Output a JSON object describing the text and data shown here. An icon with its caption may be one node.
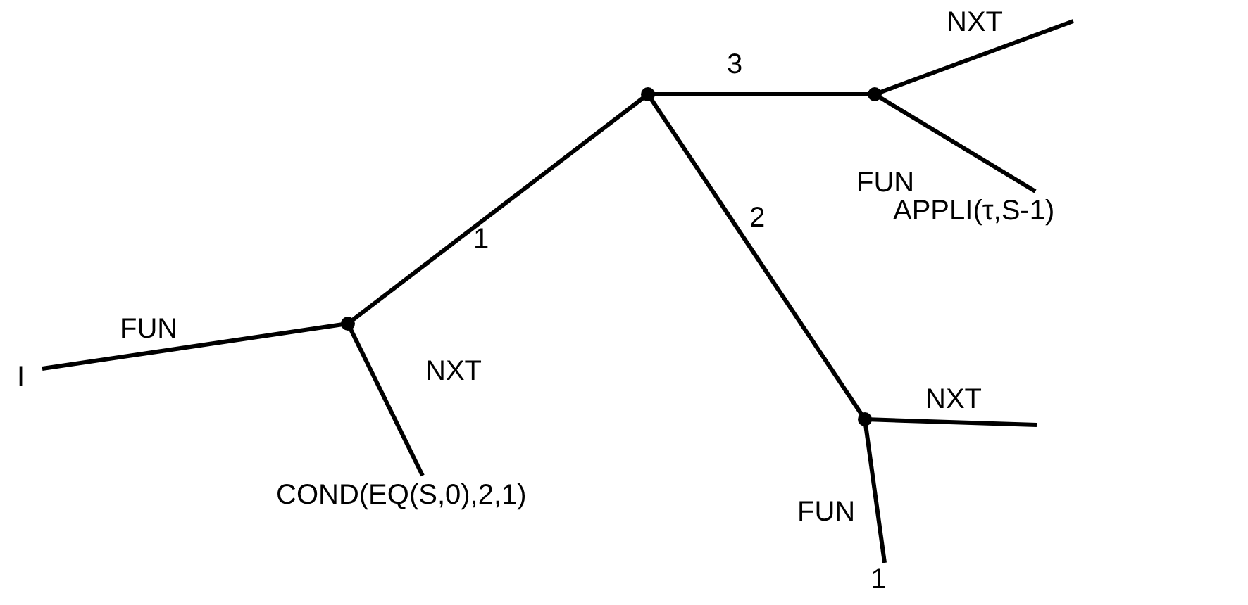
{
  "diagram": {
    "nodes": [
      {
        "text": [
          "I"
        ]
      },
      {
        "text": [],
        "shape": "circle"
      },
      {
        "text": [],
        "shape": "circle"
      },
      {
        "text": [],
        "shape": "circle"
      },
      {
        "text": [
          "APPLI(τ,S-1)"
        ]
      },
      {
        "text": [
          "COND(EQ(S,0),2,1)"
        ]
      },
      {
        "text": [],
        "shape": "circle"
      },
      {
        "text": [
          "1"
        ]
      }
    ],
    "edges": [
      {
        "from": 0,
        "to": 1,
        "arrow": "none",
        "label": "FUN"
      },
      {
        "from": 1,
        "to": 5,
        "arrow": "none",
        "label": "NXT"
      },
      {
        "from": 1,
        "to": 2,
        "arrow": "none",
        "label": "1"
      },
      {
        "from": 2,
        "to": 3,
        "arrow": "none",
        "label": "3"
      },
      {
        "from": 3,
        "to": null,
        "arrow": "none",
        "label": "NXT"
      },
      {
        "from": 3,
        "to": 4,
        "arrow": "none",
        "label": "FUN"
      },
      {
        "from": 2,
        "to": 6,
        "arrow": "none",
        "label": "2"
      },
      {
        "from": 6,
        "to": null,
        "arrow": "none",
        "label": "NXT"
      },
      {
        "from": 6,
        "to": 7,
        "arrow": "none",
        "label": "FUN"
      }
    ]
  }
}
